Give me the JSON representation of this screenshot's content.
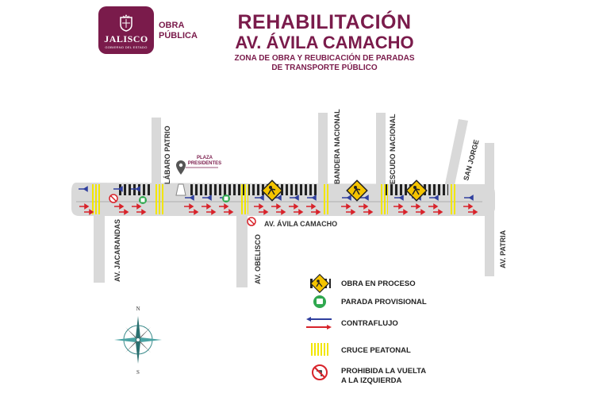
{
  "logo": {
    "name": "JALISCO",
    "sub": "GOBIERNO DEL ESTADO"
  },
  "header": {
    "obra_line1": "OBRA",
    "obra_line2": "PÚBLICA",
    "title_line1": "REHABILITACIÓN",
    "title_line2": "AV. ÁVILA CAMACHO",
    "subtitle_line1": "ZONA DE OBRA Y REUBICACIÓN DE PARADAS",
    "subtitle_line2": "DE TRANSPORTE PÚBLICO"
  },
  "map": {
    "streets": {
      "jacarandas": "AV. JACARANDAS",
      "labaro": "LÁBARO PATRIO",
      "obelisco": "AV. OBELISCO",
      "bandera": "BANDERA NACIONAL",
      "escudo": "ESCUDO NACIONAL",
      "san_jorge": "SAN JORGE",
      "patria": "AV. PATRIA",
      "avila": "AV. ÁVILA CAMACHO"
    },
    "landmark_line1": "PLAZA",
    "landmark_line2": "PRESIDENTES",
    "compass_n": "N",
    "compass_s": "S",
    "colors": {
      "road": "#d9d9d9",
      "contraflujo": "#2f3f9e",
      "flujo": "#d8232a",
      "crosswalk": "#f2e600",
      "brand": "#7a1b4b"
    }
  },
  "legend": {
    "obra": "OBRA EN PROCESO",
    "parada": "PARADA PROVISIONAL",
    "contraflujo": "CONTRAFLUJO",
    "cruce": "CRUCE PEATONAL",
    "prohibida_line1": "PROHIBIDA LA VUELTA",
    "prohibida_line2": "A LA IZQUIERDA"
  }
}
